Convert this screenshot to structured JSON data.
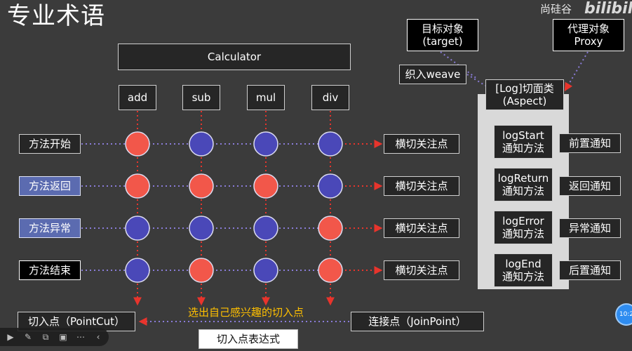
{
  "title": "专业术语",
  "brand": {
    "text": "尚硅谷",
    "logo": "bilibili"
  },
  "calculator": "Calculator",
  "methods": [
    "add",
    "sub",
    "mul",
    "div"
  ],
  "rows": [
    {
      "label": "方法开始",
      "style": "dark",
      "pointcut": "横切关注点",
      "nodes": [
        "red",
        "blue",
        "blue",
        "blue"
      ]
    },
    {
      "label": "方法返回",
      "style": "blue",
      "pointcut": "横切关注点",
      "nodes": [
        "red",
        "red",
        "red",
        "blue"
      ]
    },
    {
      "label": "方法异常",
      "style": "blue",
      "pointcut": "横切关注点",
      "nodes": [
        "blue",
        "blue",
        "blue",
        "red"
      ]
    },
    {
      "label": "方法结束",
      "style": "black",
      "pointcut": "横切关注点",
      "nodes": [
        "blue",
        "red",
        "blue",
        "red"
      ]
    }
  ],
  "target": {
    "line1": "目标对象",
    "line2": "(target)"
  },
  "proxy": {
    "line1": "代理对象",
    "line2": "Proxy"
  },
  "weave": "织入weave",
  "aspect": {
    "line1": "[Log]切面类",
    "line2": "(Aspect)"
  },
  "advice_methods": [
    {
      "line1": "logStart",
      "line2": "通知方法",
      "advice": "前置通知"
    },
    {
      "line1": "logReturn",
      "line2": "通知方法",
      "advice": "返回通知"
    },
    {
      "line1": "logError",
      "line2": "通知方法",
      "advice": "异常通知"
    },
    {
      "line1": "logEnd",
      "line2": "通知方法",
      "advice": "后置通知"
    }
  ],
  "pointcut_label": "切入点（PointCut）",
  "joinpoint_label": "连接点（JoinPoint）",
  "highlight_text": "选出自己感兴趣的切入点",
  "expression_label": "切入点表达式",
  "time_badge": "10:2",
  "colors": {
    "node_red": "#f2574a",
    "node_blue": "#4a48b8",
    "arrow_red": "#e8342c",
    "dotted_purple": "#8a7cd8",
    "highlight": "#ffc000"
  }
}
